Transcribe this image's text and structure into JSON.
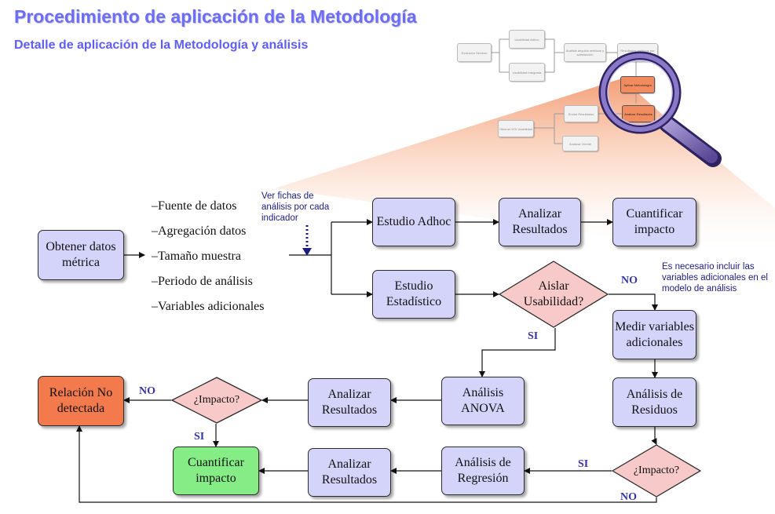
{
  "header": {
    "title": "Procedimiento de aplicación de la Metodología",
    "subtitle": "Detalle de aplicación de la Metodología y análisis"
  },
  "colors": {
    "title": "#6c6cff",
    "process_box": "#d4d4fb",
    "decision": "#f7c9c9",
    "negative_result": "#f37a4d",
    "positive_result": "#86ec86",
    "branch_label": "#3535a6",
    "magnifier_frame": "#6b57a8",
    "zoom_beam": "#f39a70"
  },
  "list": {
    "items": [
      "–Fuente de datos",
      "–Agregación datos",
      "–Tamaño muestra",
      "–Periodo de análisis",
      "–Variables adicionales"
    ]
  },
  "notes": {
    "fichas": "Ver fichas de análisis por cada indicador",
    "variables": "Es necesario incluir las variables adicionales en el modelo de análisis"
  },
  "boxes": {
    "obtener": "Obtener datos métrica",
    "adhoc": "Estudio Adhoc",
    "analizar_top": "Analizar Resultados",
    "cuantificar_top": "Cuantificar impacto",
    "estadistico": "Estudio Estadístico",
    "aislar": "Aislar Usabilidad?",
    "medir": "Medir variables adicionales",
    "residuos": "Análisis de Residuos",
    "impacto_right": "¿Impacto?",
    "regresion": "Análisis de Regresión",
    "analizar_bottom": "Analizar Resultados",
    "cuantificar_bottom": "Cuantificar impacto",
    "anova": "Análisis ANOVA",
    "analizar_mid": "Analizar Resultados",
    "impacto_left": "¿Impacto?",
    "relacion": "Relación No detectada"
  },
  "branch_labels": {
    "aislar_no": "NO",
    "aislar_si": "SI",
    "impacto_left_no": "NO",
    "impacto_left_si": "SI",
    "impacto_right_si": "SI",
    "impacto_right_no": "NO"
  },
  "overview": {
    "icon": "magnifying-glass-icon",
    "nodes": [
      "Evolución Servicio",
      "Usabilidad Adhoc",
      "Usabilidad Integrada",
      "Análisis ángulos métricos y satisfacción",
      "Resultados métricos por tipo de cliente",
      "Aplicar Metodología",
      "Analizar Resultados",
      "Enviar Resultados",
      "Obtener KOI Usabilidad",
      "Analizar Cliente"
    ]
  }
}
